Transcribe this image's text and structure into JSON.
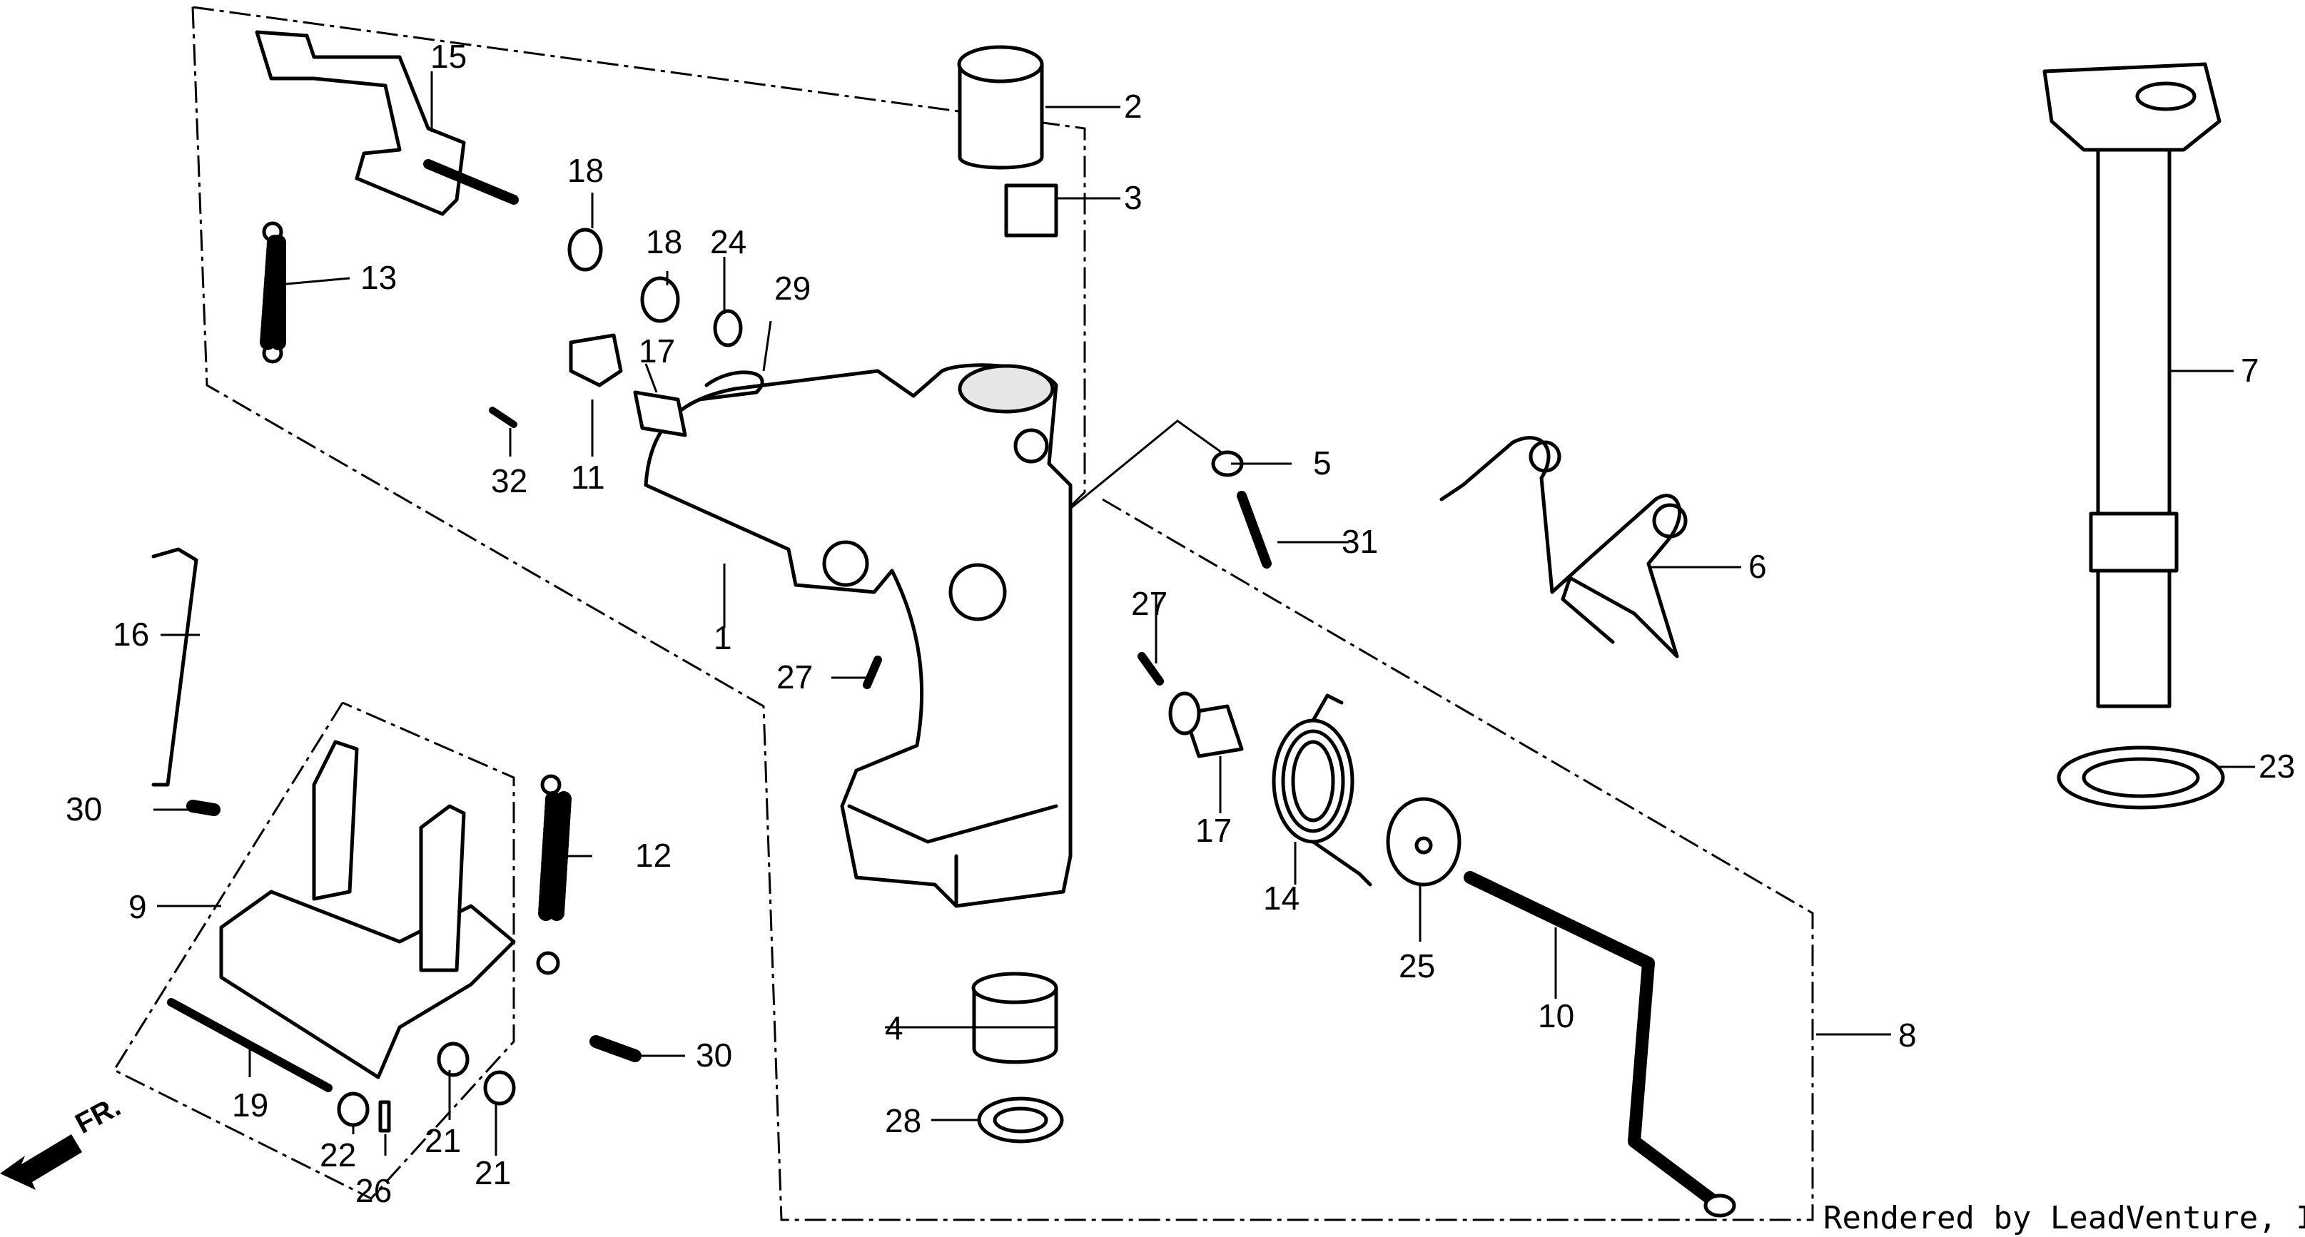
{
  "credit": "Rendered by LeadVenture, Inc.",
  "direction_label": "FR.",
  "callouts": [
    "1",
    "2",
    "3",
    "4",
    "5",
    "6",
    "7",
    "8",
    "9",
    "10",
    "11",
    "12",
    "13",
    "14",
    "15",
    "16",
    "17",
    "18",
    "19",
    "21",
    "22",
    "23",
    "24",
    "25",
    "26",
    "27",
    "28",
    "29",
    "30",
    "31",
    "32"
  ]
}
